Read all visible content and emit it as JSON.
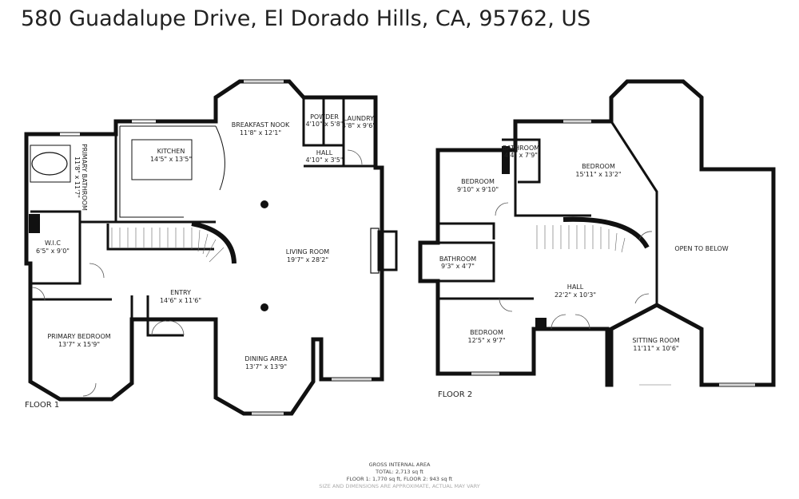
{
  "title": "580 Guadalupe Drive, El Dorado Hills, CA, 95762, US",
  "floor1": {
    "label": "FLOOR 1",
    "rooms": {
      "breakfast_nook": {
        "name": "BREAKFAST NOOK",
        "dims": "11'8\" x 12'1\""
      },
      "powder": {
        "name": "POWDER",
        "dims": "4'10\" x 5'8\""
      },
      "laundry": {
        "name": "LAUNDRY",
        "dims": "4'8\" x 9'6\""
      },
      "hall": {
        "name": "HALL",
        "dims": "4'10\" x 3'5\""
      },
      "kitchen": {
        "name": "KITCHEN",
        "dims": "14'5\" x 13'5\""
      },
      "primary_bathroom": {
        "name": "PRIMARY BATHROOM",
        "dims": "11'8\" x 11'7\""
      },
      "wic": {
        "name": "W.I.C",
        "dims": "6'5\" x 9'0\""
      },
      "living_room": {
        "name": "LIVING ROOM",
        "dims": "19'7\" x 28'2\""
      },
      "entry": {
        "name": "ENTRY",
        "dims": "14'6\" x 11'6\""
      },
      "primary_bedroom": {
        "name": "PRIMARY BEDROOM",
        "dims": "13'7\" x 15'9\""
      },
      "dining_area": {
        "name": "DINING AREA",
        "dims": "13'7\" x 13'9\""
      }
    }
  },
  "floor2": {
    "label": "FLOOR 2",
    "rooms": {
      "bathroom_top": {
        "name": "BATHROOM",
        "dims": "4'4\" x 7'9\""
      },
      "bedroom_large": {
        "name": "BEDROOM",
        "dims": "15'11\" x 13'2\""
      },
      "bedroom_left": {
        "name": "BEDROOM",
        "dims": "9'10\" x 9'10\""
      },
      "open_to_below": {
        "name": "OPEN TO BELOW"
      },
      "bathroom_mid": {
        "name": "BATHROOM",
        "dims": "9'3\" x 4'7\""
      },
      "hall": {
        "name": "HALL",
        "dims": "22'2\" x 10'3\""
      },
      "bedroom_bottom": {
        "name": "BEDROOM",
        "dims": "12'5\" x 9'7\""
      },
      "sitting_room": {
        "name": "SITTING ROOM",
        "dims": "11'11\" x 10'6\""
      }
    }
  },
  "footer": {
    "heading": "GROSS INTERNAL AREA",
    "total": "TOTAL: 2,713 sq ft",
    "floors": "FLOOR 1: 1,770 sq ft, FLOOR 2: 943 sq ft",
    "disclaimer": "SIZE AND DIMENSIONS ARE APPROXIMATE, ACTUAL MAY VARY"
  }
}
